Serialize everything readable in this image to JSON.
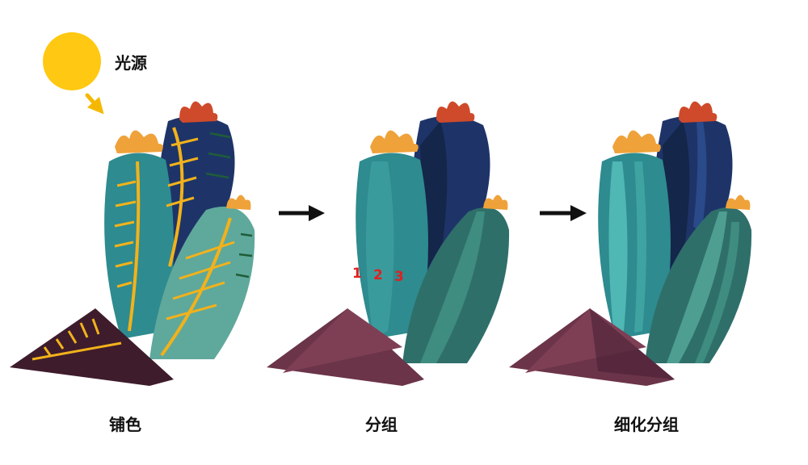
{
  "legend": {
    "light_source_label": "光源"
  },
  "steps": [
    {
      "label": "铺色"
    },
    {
      "label": "分组"
    },
    {
      "label": "细化分组"
    }
  ],
  "group_numbers": [
    "1",
    "2",
    "3"
  ],
  "colors": {
    "sun": "#FFC812",
    "sun_arrow": "#F5B800",
    "flower_orange": "#EFA23A",
    "flower_red": "#CF4A2B",
    "teal": "#2E8B8F",
    "teal_light": "#4FB7B4",
    "navy": "#1E3468",
    "navy_dark": "#142649",
    "sage": "#3F8C80",
    "rock": "#6B3449",
    "rock_dark": "#4A2236",
    "stripe_yellow": "#F2B21B",
    "spine_green": "#1F5D3A",
    "number_red": "#E02020",
    "arrow": "#111111"
  }
}
